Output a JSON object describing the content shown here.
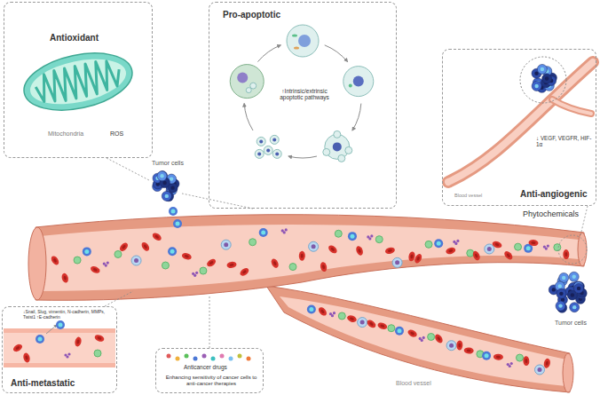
{
  "diagram": {
    "nodes": [
      {
        "text": [
          "Antioxidant",
          "Mitochondria",
          "ROS"
        ]
      },
      {
        "text": [
          "Pro-apoptotic",
          "↑Intrinsic/extrinsic apoptotic pathways"
        ]
      },
      {
        "text": [
          "↓ VEGF, VEGFR, HIF-1α",
          "Blood vessel",
          "Anti-angiogenic"
        ]
      },
      {
        "text": [
          "↓Snail, Slug, vimentin, N-cadherin, MMPs, Twist1 ↑E-cadherin",
          "Anti-metastatic"
        ]
      },
      {
        "text": [
          "Anticancer drugs",
          "Enhancing sensitivity of cancer cells to anti-cancer therapies"
        ]
      }
    ],
    "labels": [
      "Tumor cells",
      "Phytochemicals",
      "Tumor cells",
      "Blood vessel"
    ]
  }
}
